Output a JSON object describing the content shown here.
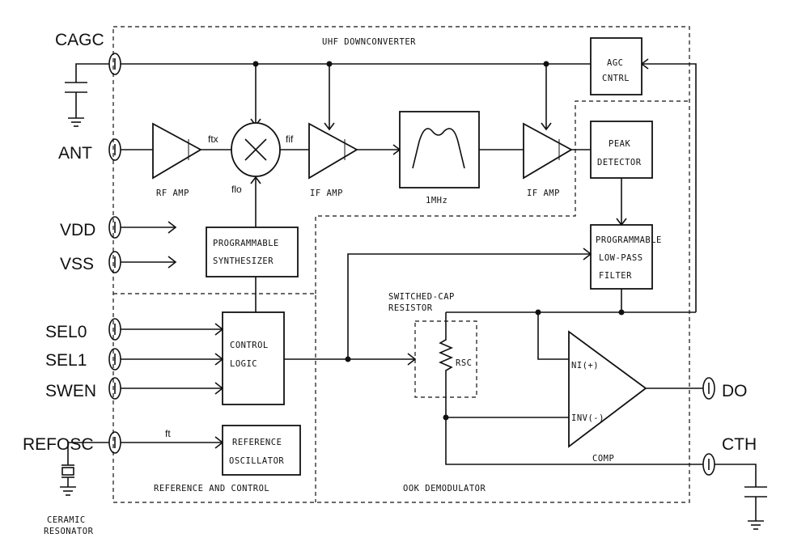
{
  "sections": {
    "uhf": "UHF DOWNCONVERTER",
    "reference": "REFERENCE AND CONTROL",
    "ook": "OOK DEMODULATOR"
  },
  "pins": {
    "cagc": "CAGC",
    "ant": "ANT",
    "vdd": "VDD",
    "vss": "VSS",
    "sel0": "SEL0",
    "sel1": "SEL1",
    "swen": "SWEN",
    "refosc": "REFOSC",
    "do": "DO",
    "cth": "CTH"
  },
  "blocks": {
    "rf_amp": "RF AMP",
    "if_amp_1": "IF AMP",
    "if_amp_2": "IF AMP",
    "filter": "1MHz",
    "agc_line1": "AGC",
    "agc_line2": "CNTRL",
    "peak_line1": "PEAK",
    "peak_line2": "DETECTOR",
    "synth_line1": "PROGRAMMABLE",
    "synth_line2": "SYNTHESIZER",
    "lpf_line1": "PROGRAMMABLE",
    "lpf_line2": "LOW-PASS",
    "lpf_line3": "FILTER",
    "ctrl_line1": "CONTROL",
    "ctrl_line2": "LOGIC",
    "refosc_line1": "REFERENCE",
    "refosc_line2": "OSCILLATOR",
    "rsc_title_line1": "SWITCHED-CAP",
    "rsc_title_line2": "RESISTOR",
    "rsc": "RSC",
    "comp": "COMP",
    "comp_plus": "NI(+)",
    "comp_minus": "INV(-)",
    "ceramic_line1": "CERAMIC",
    "ceramic_line2": "RESONATOR"
  },
  "signals": {
    "ftx": "ftx",
    "fif": "fif",
    "flo": "flo",
    "ft": "ft"
  }
}
